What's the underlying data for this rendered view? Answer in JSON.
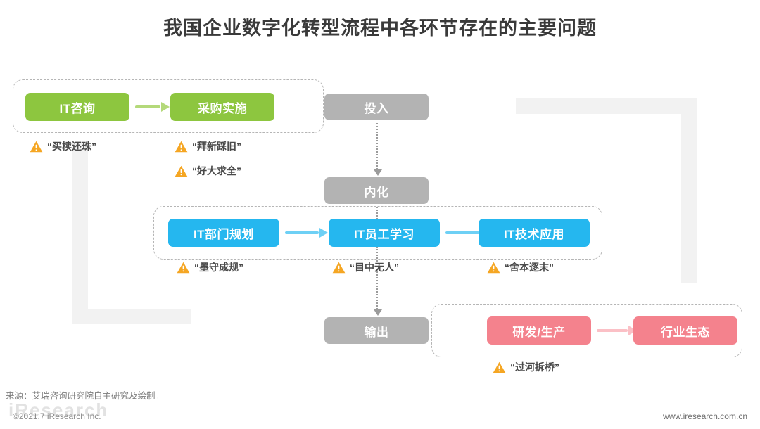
{
  "title": "我国企业数字化转型流程中各环节存在的主要问题",
  "stages": [
    {
      "label": "投入"
    },
    {
      "label": "内化"
    },
    {
      "label": "输出"
    }
  ],
  "rows": {
    "input": {
      "nodes": [
        {
          "label": "IT咨询",
          "color": "#8dc63f"
        },
        {
          "label": "采购实施",
          "color": "#8dc63f"
        }
      ],
      "issues": [
        {
          "text": "“买椟还珠”"
        },
        {
          "text": "“拜新踩旧”"
        },
        {
          "text": "“好大求全”"
        }
      ]
    },
    "internal": {
      "nodes": [
        {
          "label": "IT部门规划",
          "color": "#25b7ef"
        },
        {
          "label": "IT员工学习",
          "color": "#25b7ef"
        },
        {
          "label": "IT技术应用",
          "color": "#25b7ef"
        }
      ],
      "issues": [
        {
          "text": "“墨守成规”"
        },
        {
          "text": "“目中无人”"
        },
        {
          "text": "“舍本逐末”"
        }
      ]
    },
    "output": {
      "nodes": [
        {
          "label": "研发/生产",
          "color": "#f4828d"
        },
        {
          "label": "行业生态",
          "color": "#f4828d"
        }
      ],
      "issues": [
        {
          "text": "“过河拆桥”"
        }
      ]
    }
  },
  "footer": {
    "source": "来源：艾瑞咨询研究院自主研究及绘制。",
    "copyright": "©2021.7 iResearch Inc.",
    "url": "www.iresearch.com.cn",
    "watermark": "iResearch"
  },
  "colors": {
    "green": "#8dc63f",
    "blue": "#25b7ef",
    "pink": "#f4828d",
    "gray": "#b3b3b3",
    "warning": "#f5a623",
    "dashed": "#b5b5b5"
  }
}
